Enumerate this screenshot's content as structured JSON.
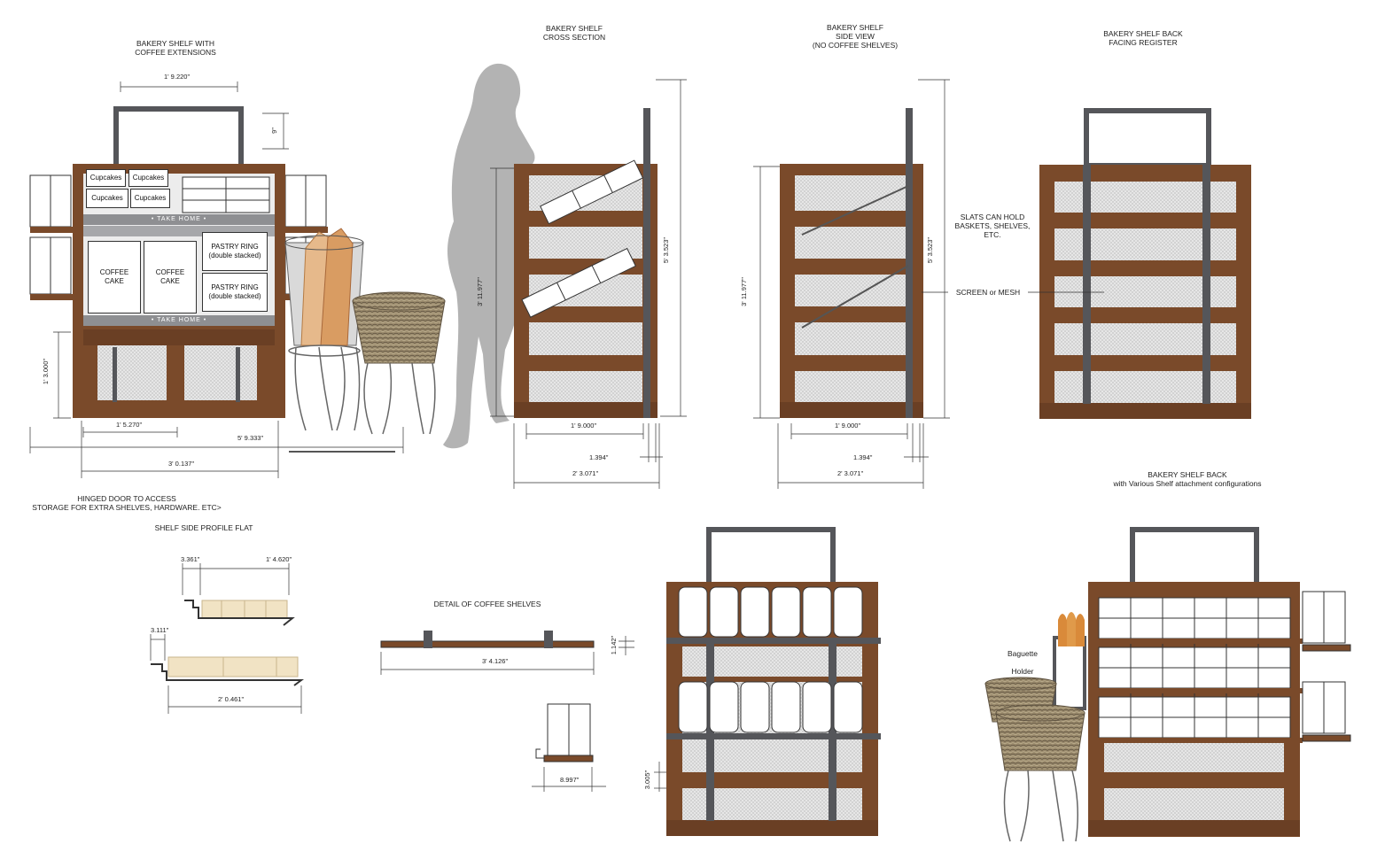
{
  "titles": {
    "coffee_ext": [
      "BAKERY SHELF WITH",
      "COFFEE EXTENSIONS"
    ],
    "cross_section": [
      "BAKERY SHELF",
      "CROSS SECTION"
    ],
    "side_view": [
      "BAKERY SHELF",
      "SIDE VIEW",
      "(NO COFFEE SHELVES)"
    ],
    "back_register": [
      "BAKERY SHELF BACK",
      "FACING REGISTER"
    ],
    "back_various": [
      "BAKERY SHELF BACK",
      "with Various Shelf attachment configurations"
    ],
    "profile_flat": "SHELF SIDE PROFILE FLAT",
    "coffee_detail": "DETAIL OF COFFEE SHELVES"
  },
  "notes": {
    "hinged_door": [
      "HINGED DOOR TO ACCESS",
      "STORAGE FOR EXTRA SHELVES, HARDWARE. ETC>"
    ],
    "slats": [
      "SLATS CAN HOLD",
      "BASKETS, SHELVES,",
      "ETC."
    ],
    "screen": "SCREEN or MESH",
    "baguette": "Baguette",
    "holder": "Holder"
  },
  "product_labels": {
    "cupcakes": "Cupcakes",
    "coffee_cake": [
      "COFFEE",
      "CAKE"
    ],
    "pastry_ring": [
      "PASTRY RING",
      "(double stacked)"
    ],
    "take_home": "• TAKE HOME •"
  },
  "dimensions": {
    "a_top_width": "1' 9.220\"",
    "a_sign_height": "9\"",
    "a_door_height": "1' 3.000\"",
    "a_door_width": "1' 5.270\"",
    "a_overall": "5' 9.333\"",
    "a_cabinet": "3' 0.137\"",
    "b_height": "3' 11.977\"",
    "b_total_height": "5' 3.523\"",
    "b_inner": "1' 9.000\"",
    "b_slat": "1.394\"",
    "b_depth": "2' 3.071\"",
    "c_height": "3' 11.977\"",
    "c_total_height": "5' 3.523\"",
    "c_inner": "1' 9.000\"",
    "c_slat": "1.394\"",
    "c_depth": "2' 3.071\"",
    "p_lip": "3.361\"",
    "p_top": "1' 4.620\"",
    "p_lip2": "3.111\"",
    "p_bottom": "2' 0.461\"",
    "d_length": "3' 4.126\"",
    "d_thick": "1.142\"",
    "d_bracket": "8.997\"",
    "e_gap": "3.005\""
  },
  "colors": {
    "wood": "#7a4a2a",
    "wood_dark": "#5e3820",
    "metal": "#55565a",
    "mesh": "#dcdcdc",
    "silhouette": "#b3b3b3",
    "band": "#8e8f92",
    "basket": "#8a7a60",
    "baguette": "#d98a3a"
  }
}
